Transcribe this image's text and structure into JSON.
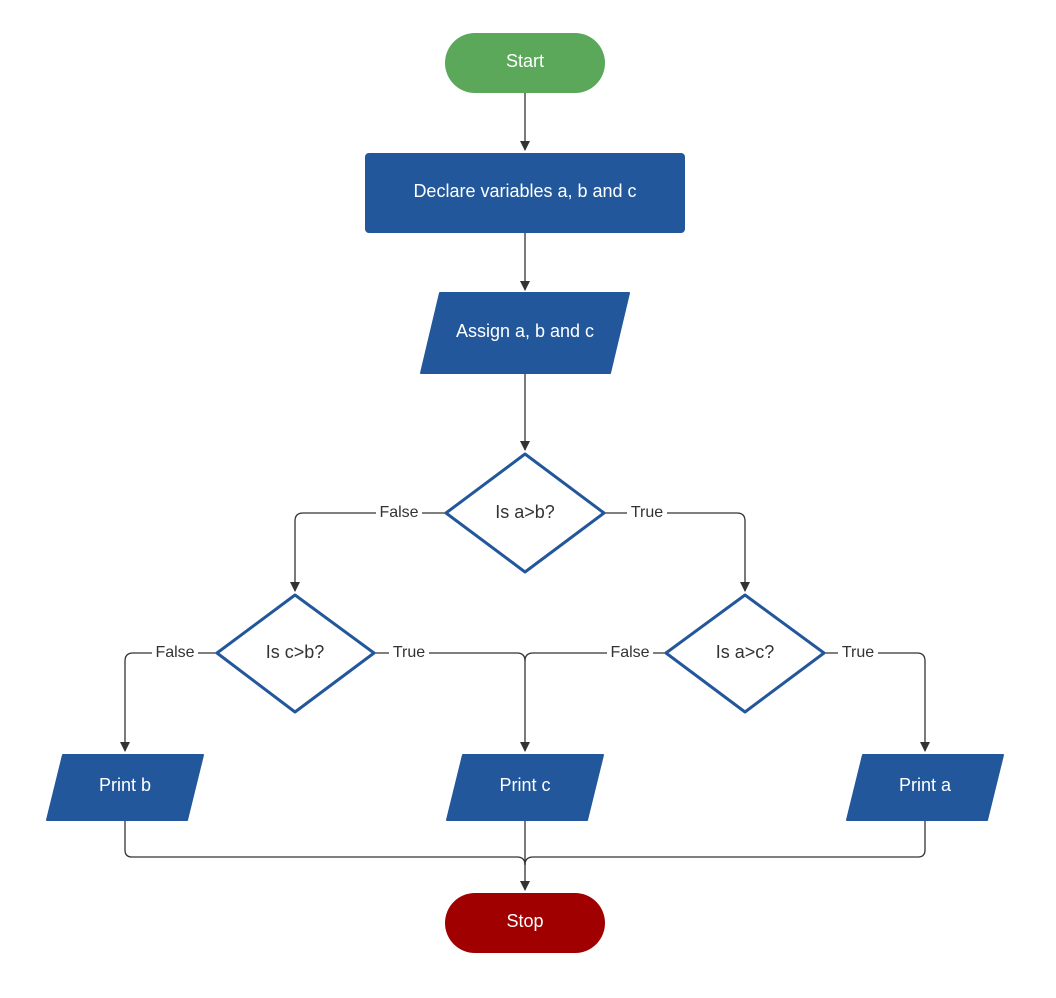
{
  "colors": {
    "start": "#5ba85b",
    "stop": "#a00000",
    "process": "#22589b",
    "decision_stroke": "#22589b",
    "connector": "#333333",
    "text_light": "#ffffff",
    "text_dark": "#333333"
  },
  "nodes": {
    "start": "Start",
    "declare": "Declare variables a, b and c",
    "assign": "Assign a, b and c",
    "dec_ab": "Is a>b?",
    "dec_cb": "Is c>b?",
    "dec_ac": "Is a>c?",
    "print_b": "Print b",
    "print_c": "Print c",
    "print_a": "Print a",
    "stop": "Stop"
  },
  "edges": {
    "ab_false": "False",
    "ab_true": "True",
    "cb_false": "False",
    "cb_true": "True",
    "ac_false": "False",
    "ac_true": "True"
  }
}
